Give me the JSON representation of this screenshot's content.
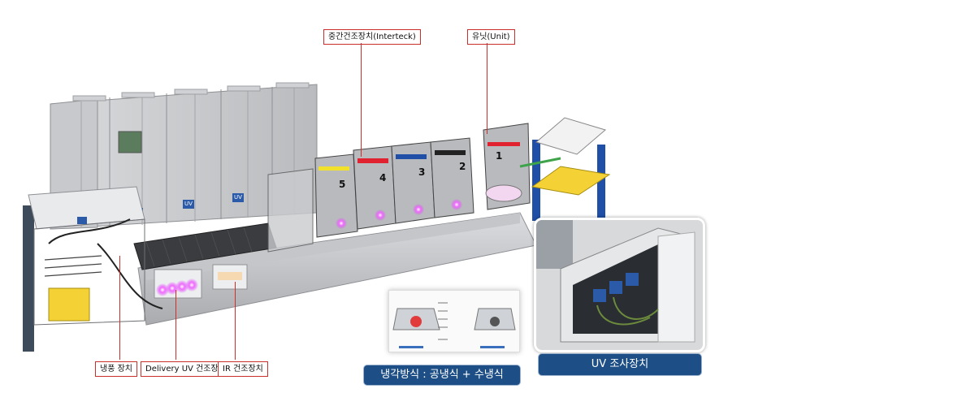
{
  "callouts": {
    "intercoat": "중간건조장치(Interteck)",
    "unit": "유닛(Unit)",
    "cooling": "냉풍 장치",
    "delivery_uv": "Delivery UV 건조장치",
    "ir": "IR 건조장치"
  },
  "machine": {
    "unit_numbers": [
      "5",
      "4",
      "3",
      "2",
      "1"
    ],
    "cabinet_logo": "UV"
  },
  "banners": {
    "cooling_method": "냉각방식 : 공냉식 + 수냉식",
    "uv_irradiator": "UV 조사장치"
  },
  "colors": {
    "callout_border": "#c9302c",
    "banner_bg": "#1d4f86",
    "uv_glow": "#e040fb"
  }
}
